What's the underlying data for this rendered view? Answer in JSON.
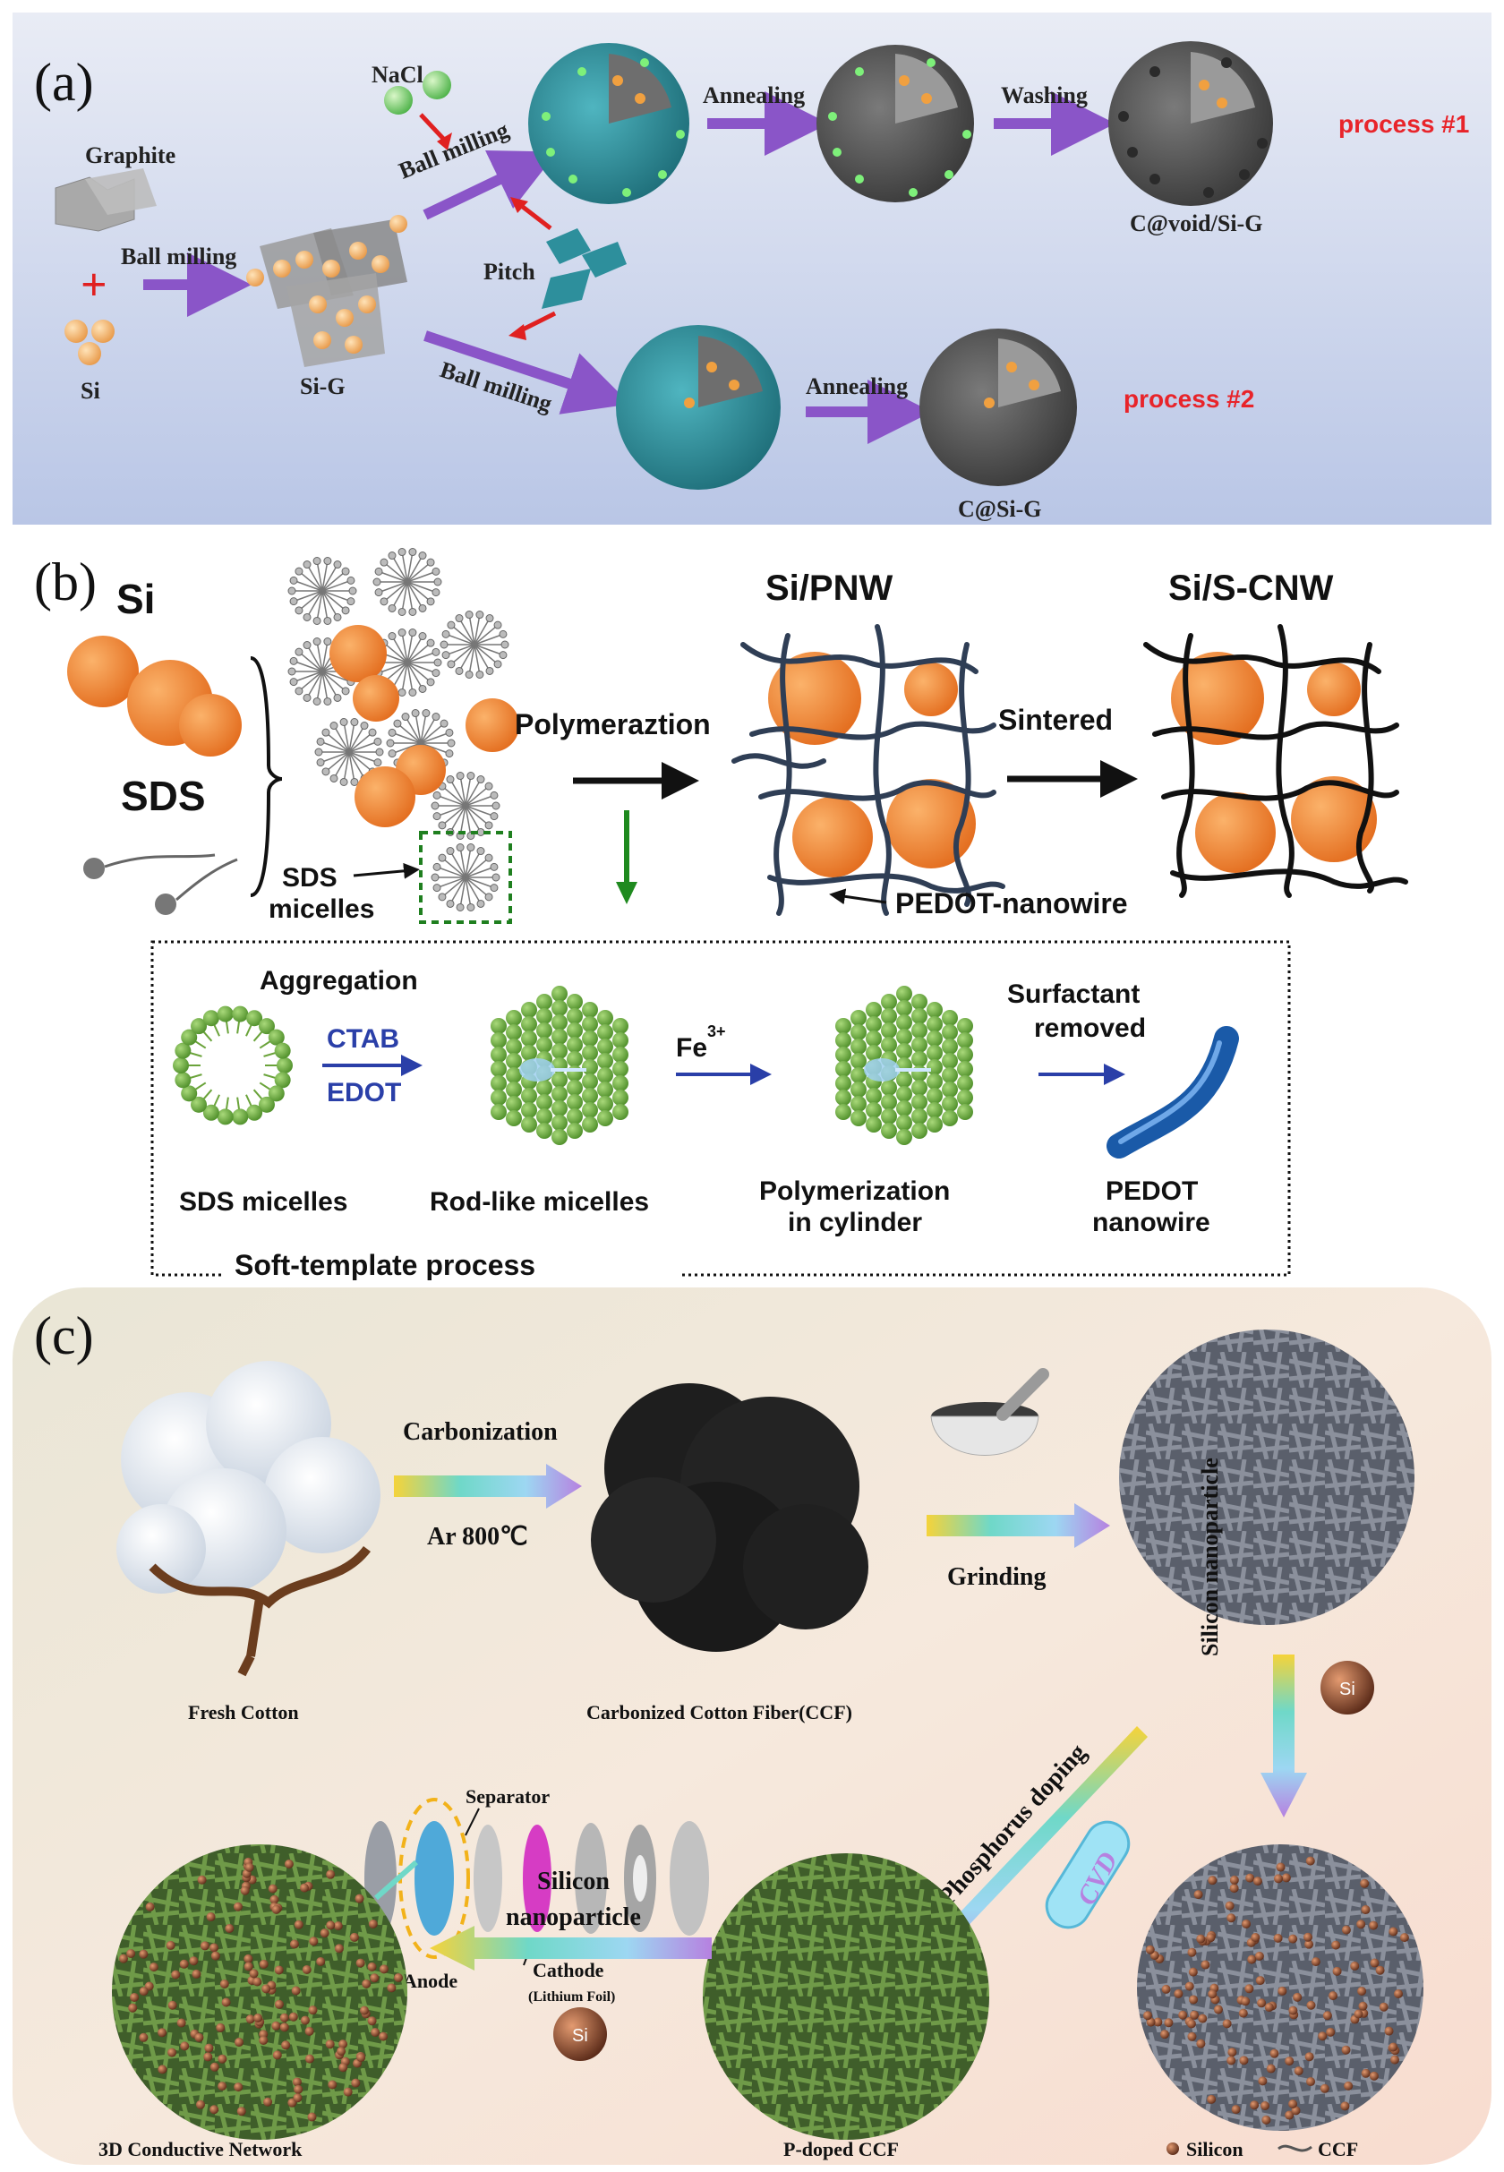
{
  "panel_a": {
    "label": "(a)",
    "graphite": "Graphite",
    "plus": "+",
    "si": "Si",
    "ball_milling_1": "Ball milling",
    "si_g": "Si-G",
    "nacl": "NaCl",
    "ball_milling_2": "Ball milling",
    "pitch": "Pitch",
    "ball_milling_3": "Ball milling",
    "annealing_1": "Annealing",
    "washing": "Washing",
    "product_1": "C@void/Si-G",
    "process_1": "process #1",
    "annealing_2": "Annealing",
    "product_2": "C@Si-G",
    "process_2": "process #2"
  },
  "panel_b": {
    "label": "(b)",
    "si": "Si",
    "sds": "SDS",
    "sds_micelles_1": "SDS",
    "sds_micelles_2": "micelles",
    "polymerization": "Polymeraztion",
    "si_pnw": "Si/PNW",
    "sintered": "Sintered",
    "si_scnw": "Si/S-CNW",
    "pedot_nanowire": "PEDOT-nanowire",
    "aggregation": "Aggregation",
    "ctab": "CTAB",
    "edot": "EDOT",
    "fe": "Fe",
    "fe_sup": "3+",
    "surfactant": "Surfactant",
    "removed": "removed",
    "sds_micelles_label": "SDS micelles",
    "rod_like": "Rod-like micelles",
    "polym_cyl_1": "Polymerization",
    "polym_cyl_2": "in cylinder",
    "pedot_1": "PEDOT",
    "pedot_2": "nanowire",
    "soft_template": "Soft-template process"
  },
  "panel_c": {
    "label": "(c)",
    "fresh_cotton": "Fresh Cotton",
    "carbonization": "Carbonization",
    "ar": "Ar 800℃",
    "ccf": "Carbonized Cotton Fiber(CCF)",
    "grinding": "Grinding",
    "separator": "Separator",
    "anode": "Anode",
    "cathode": "Cathode",
    "lithium_foil": "(Lithium Foil)",
    "phosphorus_doping": "Phosphorus doping",
    "cvd": "CVD",
    "silicon_np_vertical": "Silicon nanoparticle",
    "si_ball": "Si",
    "silicon_np_1": "Silicon",
    "silicon_np_2": "nanoparticle",
    "network": "3D Conductive Network",
    "p_doped": "P-doped CCF",
    "legend_silicon": "Silicon",
    "legend_ccf": "CCF"
  },
  "colors": {
    "arrow_purple": "#8a55c8",
    "process_red": "#e8242a",
    "si_orange": "#f28a2c",
    "teal": "#2d8f9c",
    "micelle_green": "#7ab648",
    "ctab_blue": "#2a3fa8"
  }
}
